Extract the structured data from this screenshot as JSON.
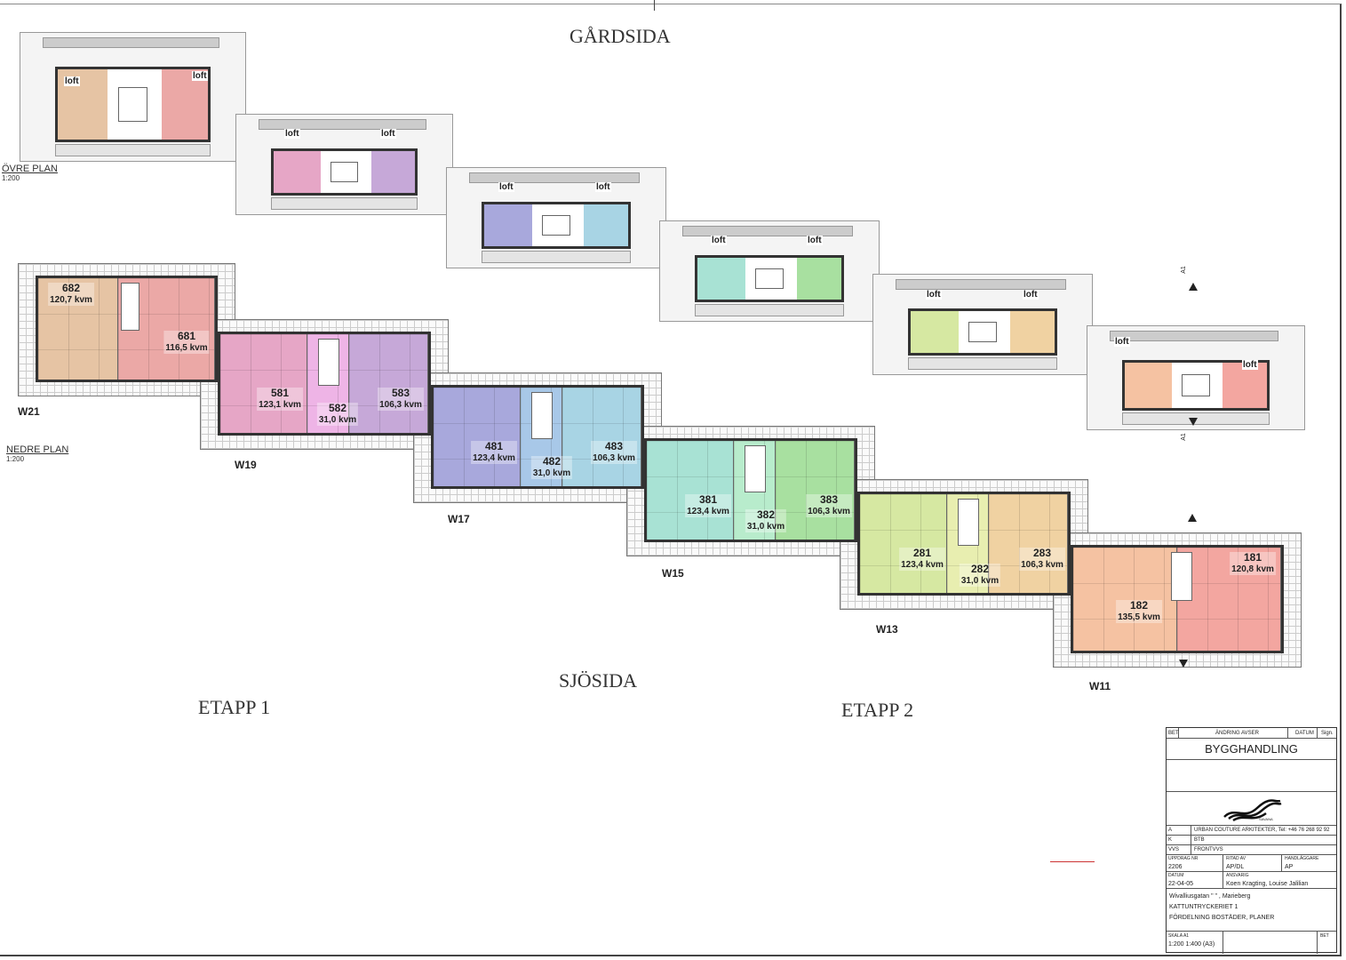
{
  "headings": {
    "courtyard_side": "GÅRDSIDA",
    "sea_side": "SJÖSIDA",
    "stage_1": "ETAPP 1",
    "stage_2": "ETAPP 2"
  },
  "plans": {
    "upper": {
      "title": "ÖVRE PLAN",
      "scale": "1:200"
    },
    "lower": {
      "title": "NEDRE PLAN",
      "scale": "1:200"
    }
  },
  "loft_label": "loft",
  "buildings": [
    "W21",
    "W19",
    "W17",
    "W15",
    "W13",
    "W11"
  ],
  "section_marker": "A1",
  "units": [
    {
      "number": "682",
      "area": "120,7 kvm",
      "color": "#e6c4a4"
    },
    {
      "number": "681",
      "area": "116,5 kvm",
      "color": "#eba8a6"
    },
    {
      "number": "581",
      "area": "123,1 kvm",
      "color": "#e6a6c6"
    },
    {
      "number": "582",
      "area": "31,0 kvm",
      "color": "#eeb4e6"
    },
    {
      "number": "583",
      "area": "106,3 kvm",
      "color": "#c6a8d8"
    },
    {
      "number": "481",
      "area": "123,4 kvm",
      "color": "#a8a8dc"
    },
    {
      "number": "482",
      "area": "31,0 kvm",
      "color": "#a8c8e8"
    },
    {
      "number": "483",
      "area": "106,3 kvm",
      "color": "#a8d4e4"
    },
    {
      "number": "381",
      "area": "123,4 kvm",
      "color": "#a8e2d4"
    },
    {
      "number": "382",
      "area": "31,0 kvm",
      "color": "#b8eccc"
    },
    {
      "number": "383",
      "area": "106,3 kvm",
      "color": "#a8e0a0"
    },
    {
      "number": "281",
      "area": "123,4 kvm",
      "color": "#d6e8a2"
    },
    {
      "number": "282",
      "area": "31,0 kvm",
      "color": "#e8eeb0"
    },
    {
      "number": "283",
      "area": "106,3 kvm",
      "color": "#f0d2a2"
    },
    {
      "number": "182",
      "area": "135,5 kvm",
      "color": "#f5c2a2"
    },
    {
      "number": "181",
      "area": "120,8 kvm",
      "color": "#f3a6a0"
    }
  ],
  "title_block": {
    "col_bet": "BET",
    "col_change": "ÄNDRING AVSER",
    "col_date": "DATUM",
    "col_sign": "Sign.",
    "status": "BYGGHANDLING",
    "logo_text": "SAVANA",
    "disciplines": [
      {
        "code": "A",
        "text": "URBAN COUTURE ARKITEKTER, Tel: +46 76 268 92 92"
      },
      {
        "code": "K",
        "text": "BTB"
      },
      {
        "code": "VVS",
        "text": "FRONTVVS"
      }
    ],
    "assignment_label": "UPPDRAG NR",
    "assignment": "2206",
    "drawn_by_label": "RITAD AV",
    "drawn_by": "AP/DL",
    "handler_label": "HANDLÄGGARE",
    "handler": "AP",
    "date_label": "DATUM",
    "date": "22-04-05",
    "responsible_label": "ANSVARIG",
    "responsible": "Koen Kragting, Louise Jalilian",
    "address": "Wivalliusgatan \" \" , Marieberg",
    "property": "KATTUNTRYCKERIET 1",
    "drawing_title": "FÖRDELNING BOSTÄDER, PLANER",
    "scale_label": "SKALA A1",
    "scale": "1:200 1:400 (A3)",
    "bet_label": "BET"
  }
}
